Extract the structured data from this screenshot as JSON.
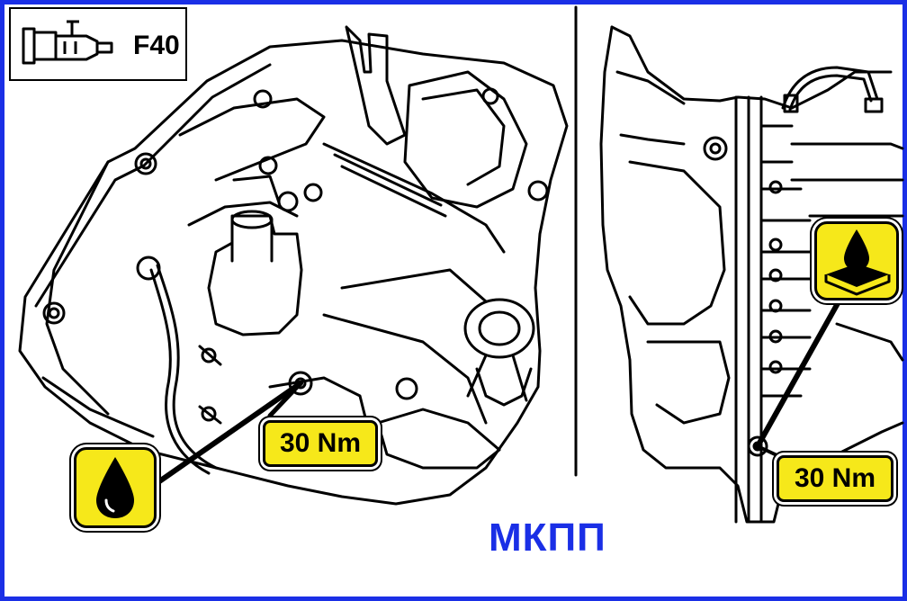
{
  "header": {
    "model_code": "F40"
  },
  "callouts": {
    "torque_left": "30 Nm",
    "torque_right": "30 Nm"
  },
  "caption": "МКПП",
  "colors": {
    "frame": "#1a2fe6",
    "caption": "#1a2fe6",
    "badge_fill": "#f6e81a"
  },
  "icons": [
    "gearbox-icon",
    "oil-drop-icon",
    "oil-pan-icon"
  ]
}
